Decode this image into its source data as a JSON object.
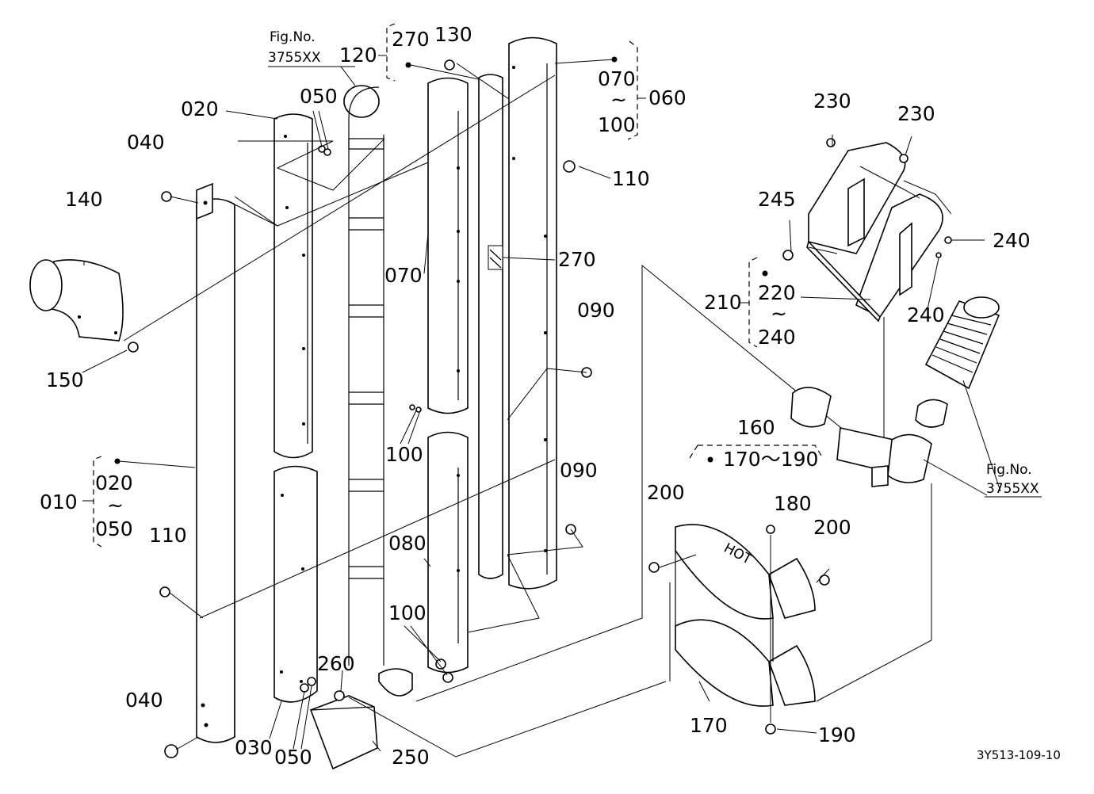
{
  "labels": {
    "p010": "010",
    "p020a": "020",
    "p020b": "020",
    "p030": "030",
    "p040a": "040",
    "p040b": "040",
    "p050a": "050",
    "p050b": "050",
    "p050c": "050",
    "p060": "060",
    "p070a": "070",
    "p070b": "070",
    "p080": "080",
    "p090a": "090",
    "p090b": "090",
    "p100a": "100",
    "p100b": "100",
    "p100c": "100",
    "p110a": "110",
    "p110b": "110",
    "p120": "120",
    "p130": "130",
    "p140": "140",
    "p150": "150",
    "p160": "160",
    "p170": "170",
    "p170range": "170～190",
    "p180": "180",
    "p190": "190",
    "p200a": "200",
    "p200b": "200",
    "p210": "210",
    "p220": "220",
    "p230a": "230",
    "p230b": "230",
    "p240a": "240",
    "p240b": "240",
    "p240c": "240",
    "p245": "245",
    "p250": "250",
    "p260": "260",
    "p270a": "270",
    "p270b": "270",
    "tilde1": "~",
    "tilde2": "~",
    "tilde3": "~"
  },
  "figref": {
    "top_fig": "Fig.No.",
    "top_num": "3755XX",
    "right_fig": "Fig.No.",
    "right_num": "3755XX"
  },
  "drawing_code": "3Y513-109-10",
  "decal_text": "HOT"
}
